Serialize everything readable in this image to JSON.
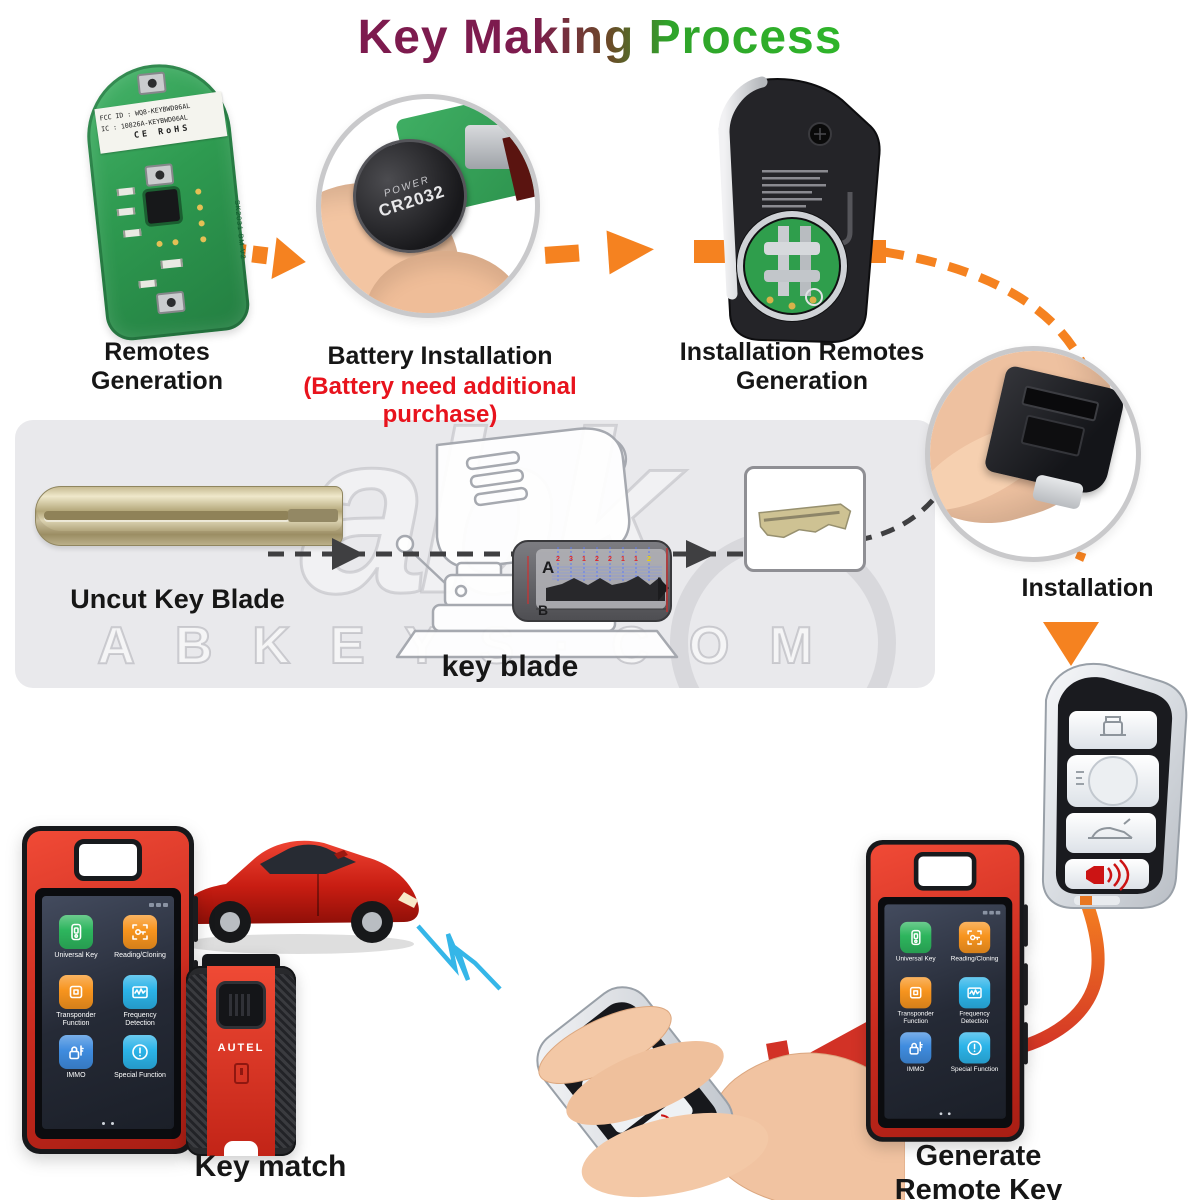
{
  "title": "Key Making Process",
  "steps": {
    "remotes_generation": "Remotes\nGeneration",
    "battery_installation": "Battery Installation",
    "battery_note": "(Battery need additional purchase)",
    "installation_remotes": "Installation Remotes\nGeneration",
    "uncut_key_blade": "Uncut Key  Blade",
    "key_blade": "key blade",
    "installation": "Installation",
    "key_match": "Key match",
    "generate_remote_key": "Generate\nRemote Key"
  },
  "pcb": {
    "fcc_line": "FCC ID : WQ8-KEYBWD06AL",
    "ic_line": "IC :  10826A-KEYBWD06AL",
    "cert_line": "CE  RoHS",
    "board_code": "SK2031 BM V2"
  },
  "battery": {
    "brand": "POWER",
    "model": "CR2032"
  },
  "gauge": {
    "row_a_label": "A",
    "row_b_label": "B",
    "red_ticks": [
      "2",
      "3",
      "1",
      "2",
      "2",
      "1",
      "1"
    ],
    "yellow_tick": "2"
  },
  "screen": {
    "apps": [
      {
        "label": "Universal Key",
        "color": "#2db55d"
      },
      {
        "label": "Reading/Cloning",
        "color": "#f7941e"
      },
      {
        "label": "Transponder Function",
        "color": "#f7941e"
      },
      {
        "label": "Frequency Detection",
        "color": "#2bb3e8"
      },
      {
        "label": "IMMO",
        "color": "#3f8cdf"
      },
      {
        "label": "Special Function",
        "color": "#2bb3e8"
      }
    ]
  },
  "vci": {
    "brand": "AUTEL"
  },
  "watermark": {
    "logo": "abk",
    "text": "ABKEYS·COM"
  },
  "colors": {
    "title_maroon": "#7d1b4e",
    "title_green": "#2fb52a",
    "arrow_orange": "#f58220",
    "arrow_red": "#d23226",
    "note_red": "#e8131d",
    "signal_blue": "#35b6e8",
    "band_gray": "#e9e9ec",
    "pcb_green": "#33a256",
    "car_red": "#d6281e",
    "autel_red": "#e8392c"
  }
}
